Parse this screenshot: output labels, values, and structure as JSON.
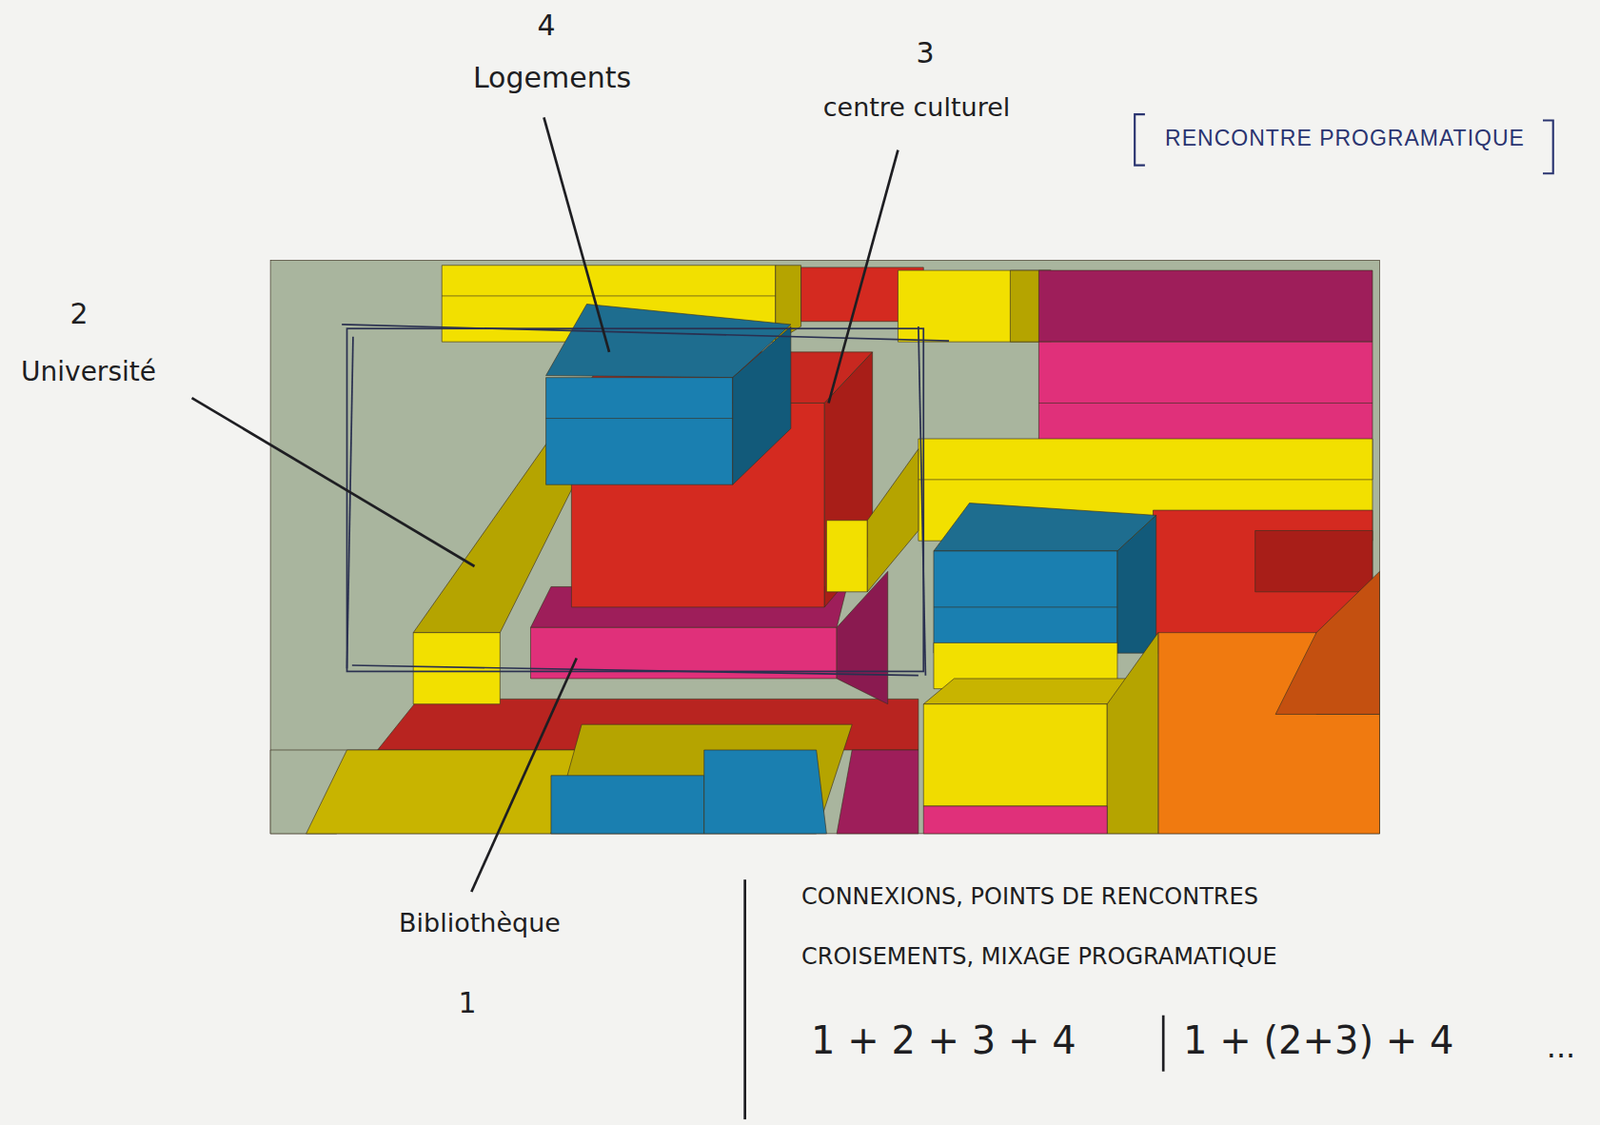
{
  "diagram": {
    "title": "RENCONTRE PROGRAMATIQUE",
    "labels": [
      "4",
      "Logements",
      "3",
      "centre culturel",
      "2",
      "Université",
      "Bibliothèque",
      "1",
      "CONNEXIONS, POINTS DE RENCONTRES",
      "CROISEMENTS, MIXAGE PROGRAMATIQUE",
      "1 + 2 + 3 + 4",
      "1 + (2+3) + 4",
      "..."
    ]
  }
}
